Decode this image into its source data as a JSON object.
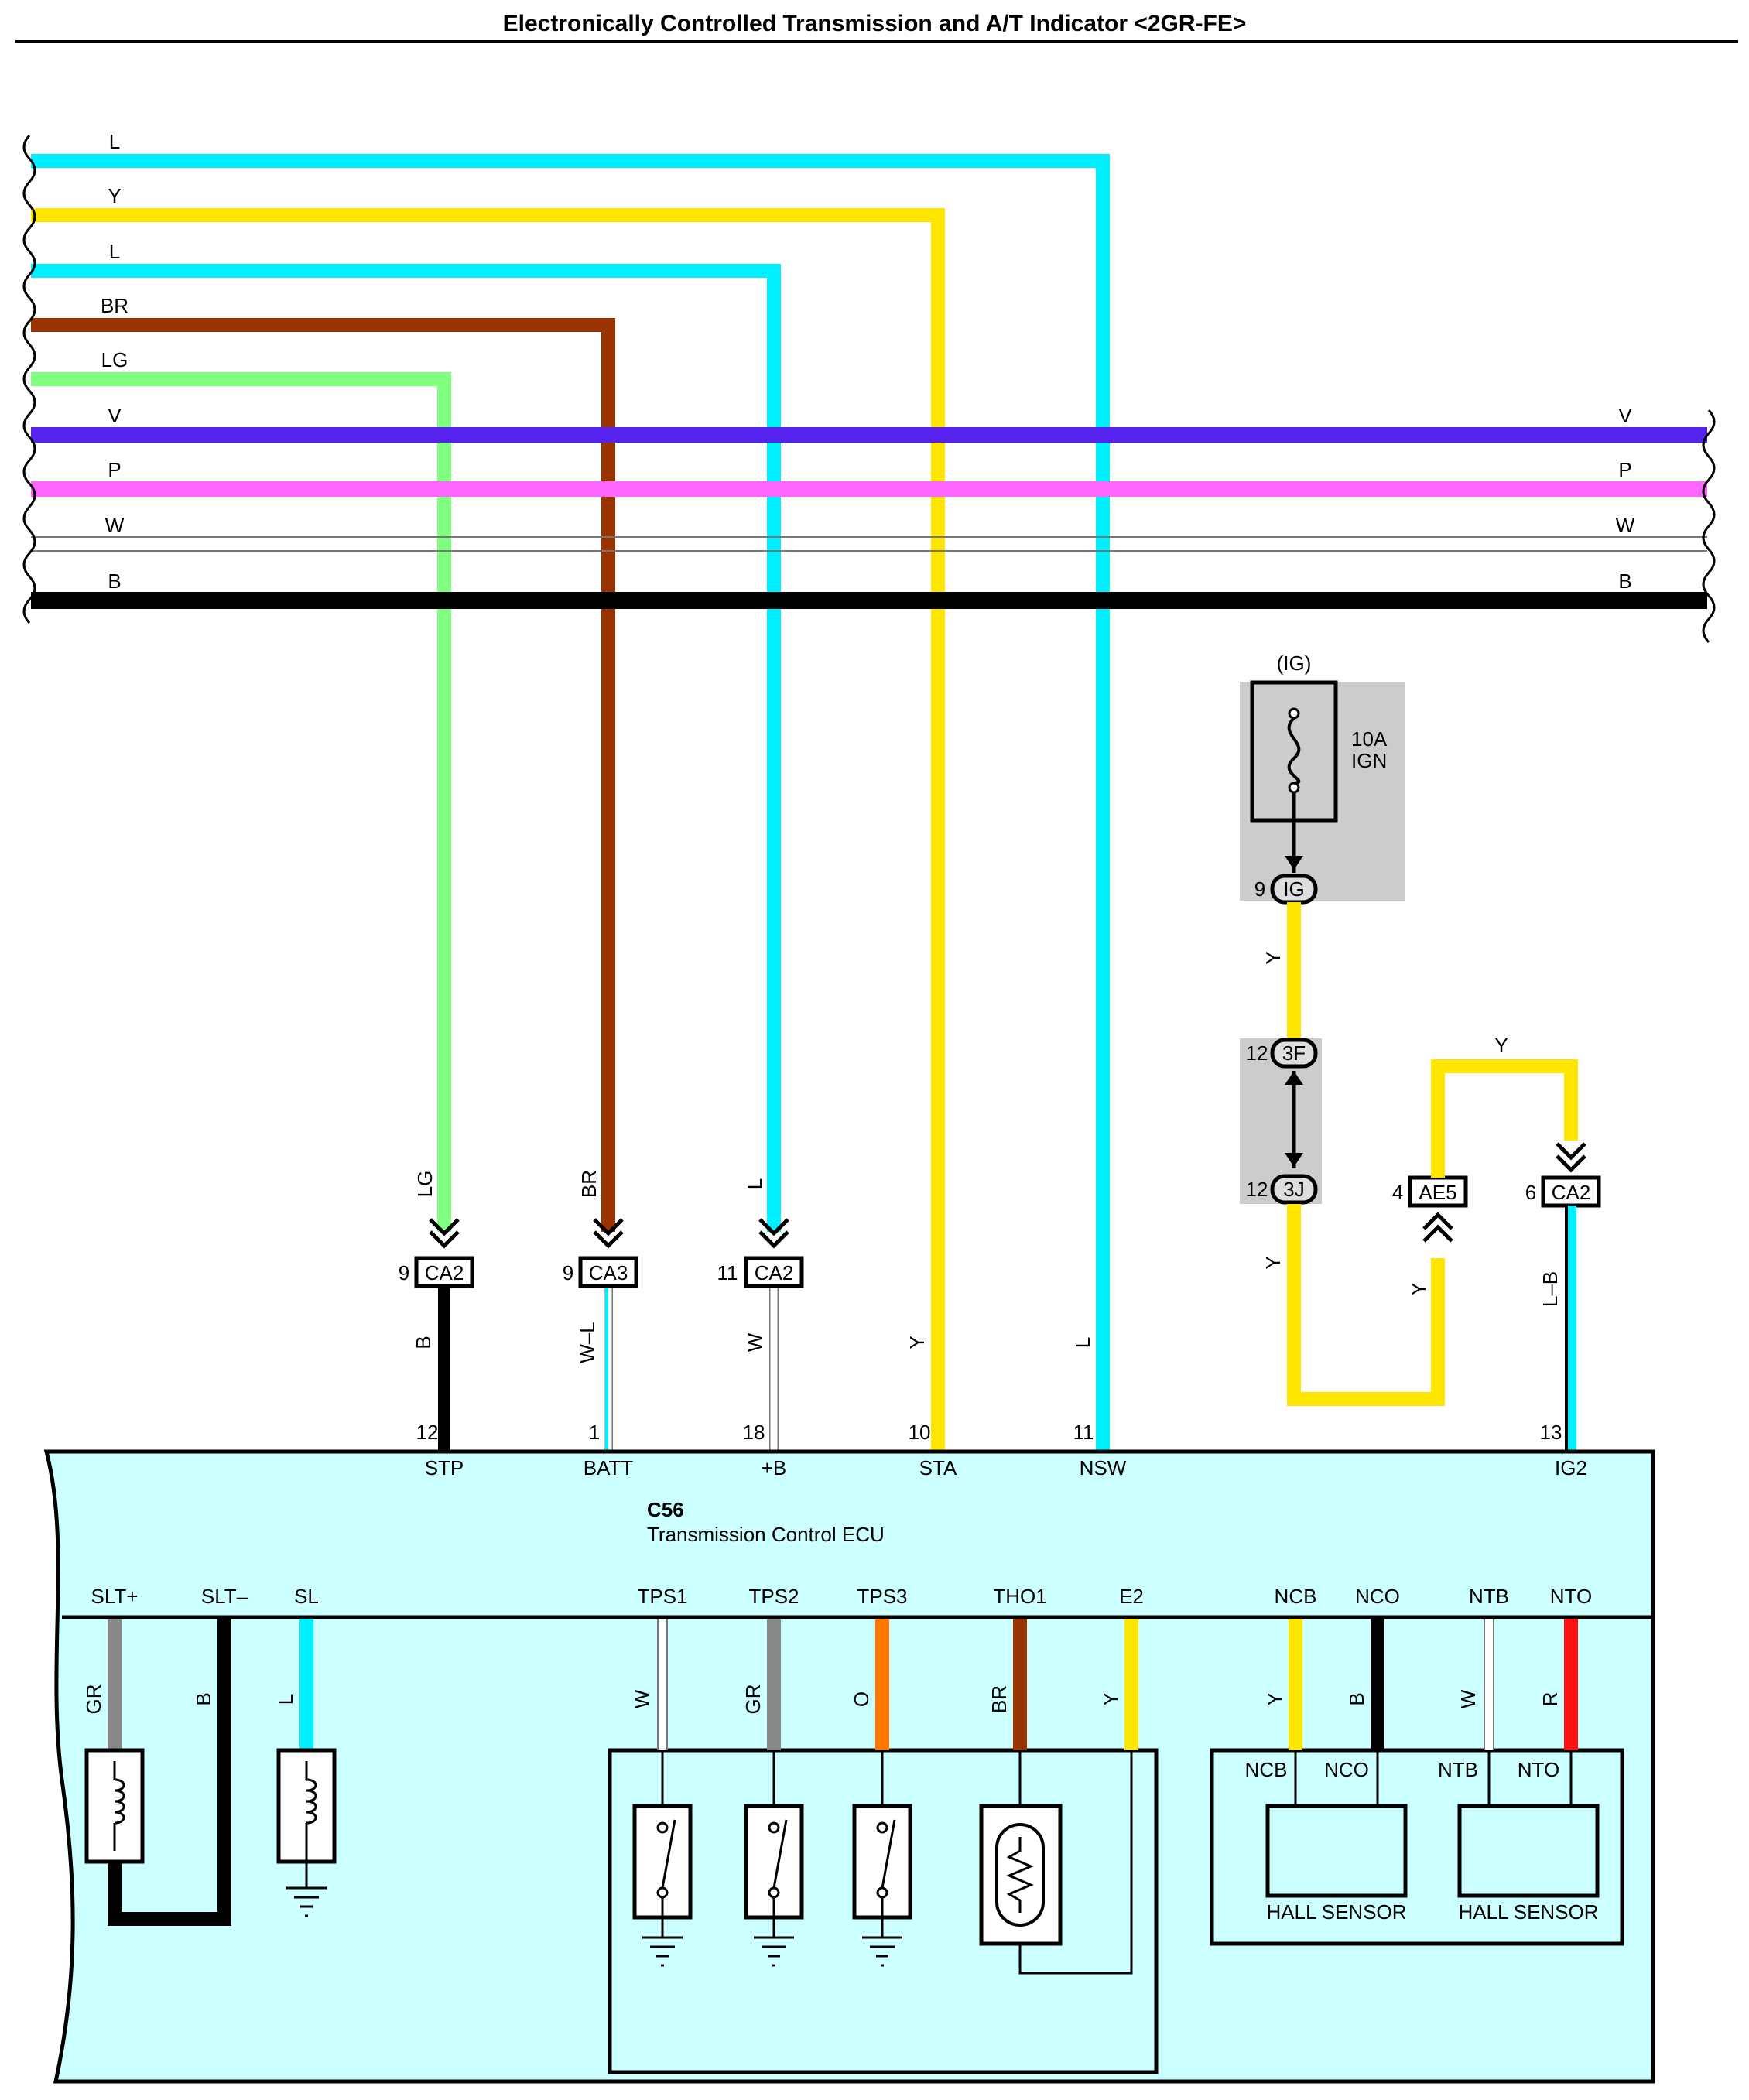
{
  "title": "Electronically Controlled Transmission and A/T Indicator <2GR-FE>",
  "colors": {
    "L": "#00f0ff",
    "Y": "#ffe600",
    "BR": "#993300",
    "LG": "#80ff80",
    "V": "#5522ee",
    "P": "#ff66ff",
    "W": "#ffffff",
    "B": "#000000",
    "GR": "#888888",
    "O": "#ff7700",
    "R": "#ff1111",
    "ecu_fill": "#ccffff",
    "fuse_bg": "#cccccc"
  },
  "bus_wires": [
    {
      "left_label": "L",
      "right_label": ""
    },
    {
      "left_label": "Y",
      "right_label": ""
    },
    {
      "left_label": "L",
      "right_label": ""
    },
    {
      "left_label": "BR",
      "right_label": ""
    },
    {
      "left_label": "LG",
      "right_label": ""
    },
    {
      "left_label": "V",
      "right_label": "V"
    },
    {
      "left_label": "P",
      "right_label": "P"
    },
    {
      "left_label": "W",
      "right_label": "W"
    },
    {
      "left_label": "B",
      "right_label": "B"
    }
  ],
  "drops": [
    {
      "wire_upper": "LG",
      "connector": "CA2",
      "conn_pin": "9",
      "wire_lower": "B",
      "ecu_pin": "12",
      "terminal": "STP"
    },
    {
      "wire_upper": "BR",
      "connector": "CA3",
      "conn_pin": "9",
      "wire_lower": "W–L",
      "ecu_pin": "1",
      "terminal": "BATT"
    },
    {
      "wire_upper": "L",
      "connector": "CA2",
      "conn_pin": "11",
      "wire_lower": "W",
      "ecu_pin": "18",
      "terminal": "+B"
    },
    {
      "wire_upper": "",
      "connector": "",
      "conn_pin": "",
      "wire_lower": "Y",
      "ecu_pin": "10",
      "terminal": "STA"
    },
    {
      "wire_upper": "",
      "connector": "",
      "conn_pin": "",
      "wire_lower": "L",
      "ecu_pin": "11",
      "terminal": "NSW"
    }
  ],
  "ig_circuit": {
    "label": "(IG)",
    "fuse_rating": "10A",
    "fuse_name": "IGN",
    "ig_pin": "9",
    "ig_conn": "IG",
    "wire_1": "Y",
    "j3f_pin": "12",
    "j3f_conn": "3F",
    "j3j_pin": "12",
    "j3j_conn": "3J",
    "wire_2": "Y",
    "ae5_pin": "4",
    "ae5_conn": "AE5",
    "wire_3": "Y",
    "wire_top": "Y",
    "ca2_pin": "6",
    "ca2_conn": "CA2",
    "wire_4": "L–B",
    "ecu_pin": "13",
    "terminal": "IG2"
  },
  "ecu": {
    "code": "C56",
    "name": "Transmission Control ECU",
    "internal_terminals": [
      {
        "name": "SLT+",
        "wire": "GR"
      },
      {
        "name": "SLT–",
        "wire": "B"
      },
      {
        "name": "SL",
        "wire": "L"
      },
      {
        "name": "TPS1",
        "wire": "W"
      },
      {
        "name": "TPS2",
        "wire": "GR"
      },
      {
        "name": "TPS3",
        "wire": "O"
      },
      {
        "name": "THO1",
        "wire": "BR"
      },
      {
        "name": "E2",
        "wire": "Y"
      },
      {
        "name": "NCB",
        "wire": "Y"
      },
      {
        "name": "NCO",
        "wire": "B"
      },
      {
        "name": "NTB",
        "wire": "W"
      },
      {
        "name": "NTO",
        "wire": "R"
      }
    ],
    "hall_sensors": [
      {
        "pin_a": "NCB",
        "pin_b": "NCO",
        "label": "HALL SENSOR"
      },
      {
        "pin_a": "NTB",
        "pin_b": "NTO",
        "label": "HALL SENSOR"
      }
    ]
  }
}
